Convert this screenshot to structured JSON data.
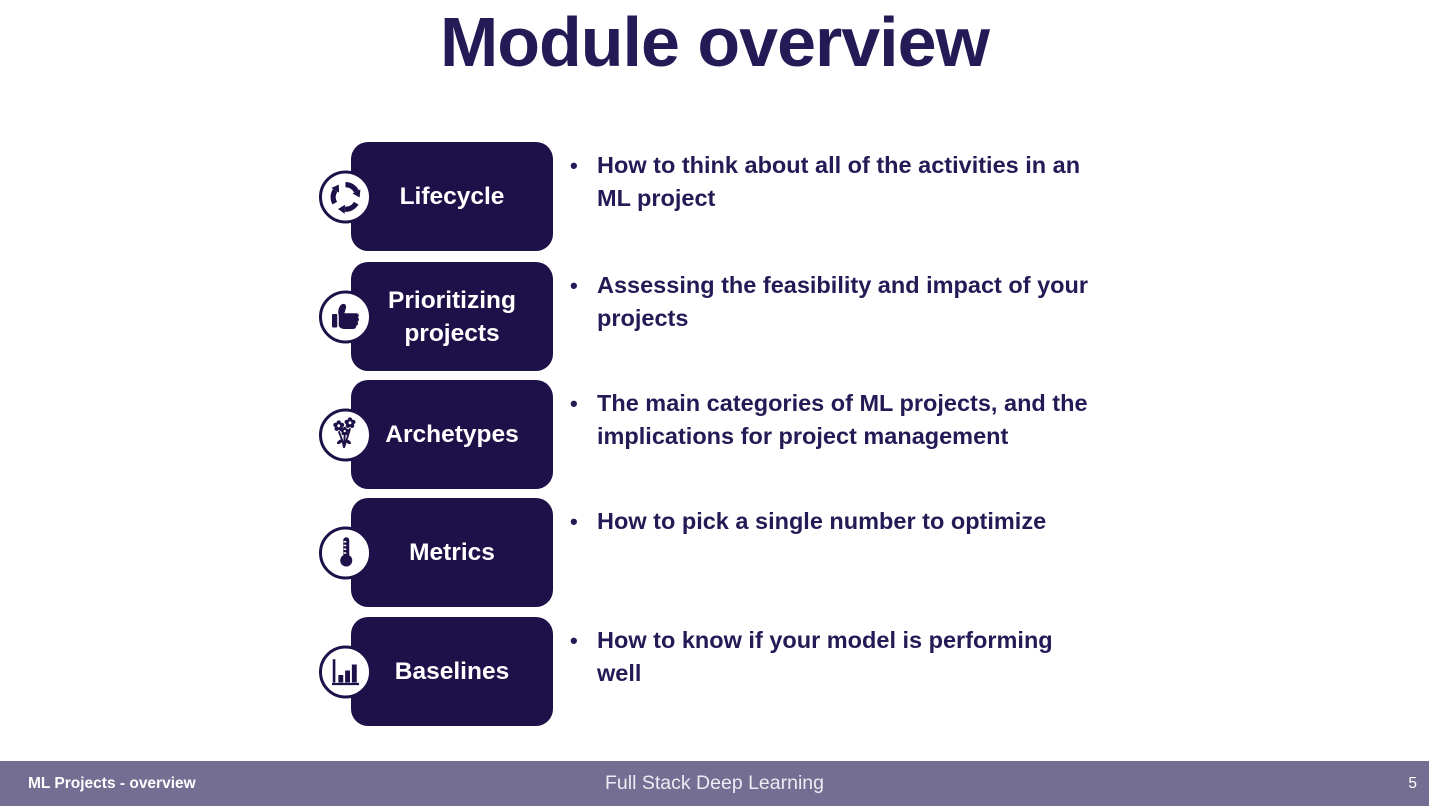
{
  "title": "Module overview",
  "bullet_glyph": "•",
  "modules": [
    {
      "label": "Lifecycle",
      "icon": "lifecycle-cycle-icon",
      "bullet": "How to think about all of the activities in an\nML project"
    },
    {
      "label": "Prioritizing projects",
      "icon": "thumbs-up-icon",
      "bullet": "Assessing the feasibility and impact of your\nprojects"
    },
    {
      "label": "Archetypes",
      "icon": "flower-bouquet-icon",
      "bullet": "The main categories of ML projects, and the\nimplications for project management"
    },
    {
      "label": "Metrics",
      "icon": "thermometer-icon",
      "bullet": "How to pick a single number to optimize"
    },
    {
      "label": "Baselines",
      "icon": "bar-chart-icon",
      "bullet": "How to know if your model is performing\nwell"
    }
  ],
  "footer": {
    "left": "ML Projects - overview",
    "center": "Full Stack Deep Learning",
    "page_number": "5"
  },
  "colors": {
    "box_navy": "#1e1048",
    "text_navy": "#241b56",
    "footer_bg": "#756e93",
    "white": "#ffffff"
  }
}
